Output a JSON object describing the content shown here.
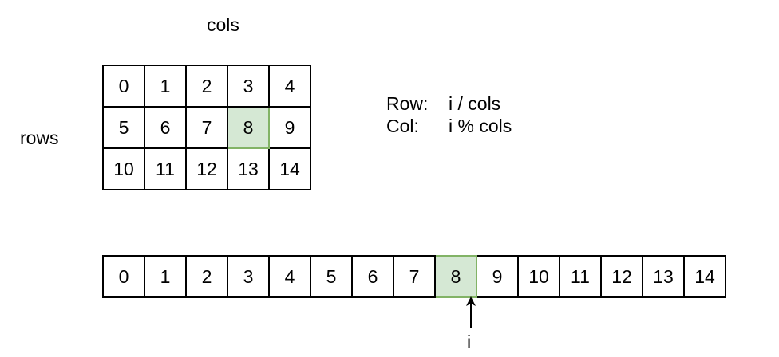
{
  "labels": {
    "cols": "cols",
    "rows": "rows"
  },
  "formula": {
    "row_key": "Row:",
    "row_expr": "i / cols",
    "col_key": "Col:",
    "col_expr": "i % cols"
  },
  "matrix": {
    "rows": [
      [
        "0",
        "1",
        "2",
        "3",
        "4"
      ],
      [
        "5",
        "6",
        "7",
        "8",
        "9"
      ],
      [
        "10",
        "11",
        "12",
        "13",
        "14"
      ]
    ],
    "highlight_value": "8"
  },
  "array": {
    "cells": [
      "0",
      "1",
      "2",
      "3",
      "4",
      "5",
      "6",
      "7",
      "8",
      "9",
      "10",
      "11",
      "12",
      "13",
      "14"
    ],
    "highlight_value": "8"
  },
  "pointer": {
    "label": "i"
  },
  "colors": {
    "highlight_fill": "#d5e8d4",
    "highlight_stroke": "#82b366",
    "cell_stroke": "#000000"
  }
}
